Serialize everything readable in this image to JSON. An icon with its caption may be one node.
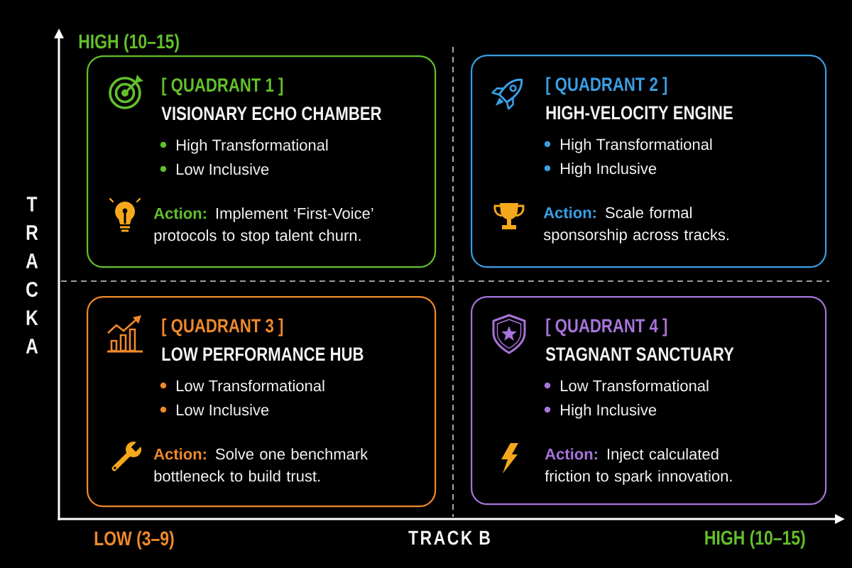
{
  "diagram": {
    "nodes": [
      {
        "text": [
          "[ QUADRANT 1 ]",
          "VISIONARY ECHO CHAMBER",
          "High Transformational",
          "Low Inclusive",
          "**Action:** Implement ‘First-Voice’ protocols to stop talent churn."
        ]
      },
      {
        "text": [
          "[ QUADRANT 2 ]",
          "HIGH-VELOCITY ENGINE",
          "High Transformational",
          "High Inclusive",
          "**Action:** Scale formal sponsorship across tracks."
        ]
      },
      {
        "text": [
          "[ QUADRANT 3 ]",
          "LOW PERFORMANCE HUB",
          "Low Transformational",
          "Low Inclusive",
          "**Action:** Solve one benchmark bottleneck to build trust."
        ]
      },
      {
        "text": [
          "[ QUADRANT 4 ]",
          "STAGNANT SANCTUARY",
          "Low Transformational",
          "High Inclusive",
          "**Action:** Inject calculated friction to spark innovation."
        ]
      }
    ],
    "labels": [
      "HIGH (10–15)",
      "TRACK A",
      "LOW (3–9)",
      "TRACK B",
      "HIGH (10–15)"
    ]
  }
}
